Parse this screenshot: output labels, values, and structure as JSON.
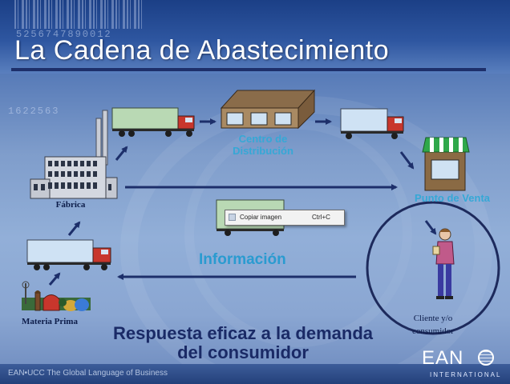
{
  "header": {
    "title": "La Cadena de Abastecimiento",
    "barcode_digits_top": "5256747890012",
    "barcode_digits_left": "1622563"
  },
  "nodes": {
    "fabrica": "Fábrica",
    "materia_prima": "Materia Prima",
    "centro_line1": "Centro de",
    "centro_line2": "Distribución",
    "punto_venta": "Punto de Venta",
    "cliente_line1": "Cliente y/o",
    "cliente_line2": "consumidor"
  },
  "flow": {
    "informacion": "Información",
    "bottom_line1": "Respuesta eficaz a la demanda",
    "bottom_line2": "del consumidor"
  },
  "context_menu": {
    "label": "Copiar imagen",
    "shortcut": "Ctrl+C"
  },
  "footer": {
    "tagline": "EAN•UCC The Global Language of Business",
    "logo": "EAN",
    "logo_sub": "INTERNATIONAL"
  },
  "colors": {
    "title_text": "#ffffff",
    "label_cyan": "#36a8d6",
    "arrow": "#1d2f6a",
    "bottom_text": "#1a2a66"
  }
}
